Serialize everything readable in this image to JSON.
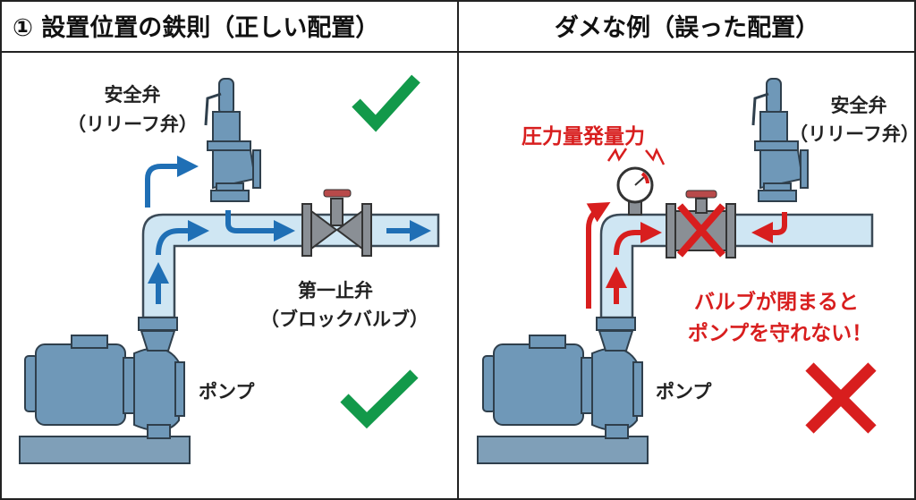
{
  "left_panel": {
    "title": "① 設置位置の鉄則（正しい配置）",
    "relief_valve_label": "安全弁",
    "relief_valve_sub": "（リリーフ弁）",
    "block_valve_label": "第一止弁",
    "block_valve_sub": "（ブロックバルブ）",
    "pump_label": "ポンプ",
    "status_icon": "check-icon"
  },
  "right_panel": {
    "title": "ダメな例（誤った配置）",
    "relief_valve_label": "安全弁",
    "relief_valve_sub": "（リリーフ弁）",
    "pressure_label": "圧力量発量力",
    "warning_line1": "バルブが閉まると",
    "warning_line2": "ポンプを守れない！",
    "pump_label": "ポンプ",
    "status_icon": "cross-icon"
  },
  "colors": {
    "flow_ok": "#1f6fb5",
    "flow_bad": "#d81e1e",
    "check": "#12994a",
    "cross": "#d81e1e"
  }
}
